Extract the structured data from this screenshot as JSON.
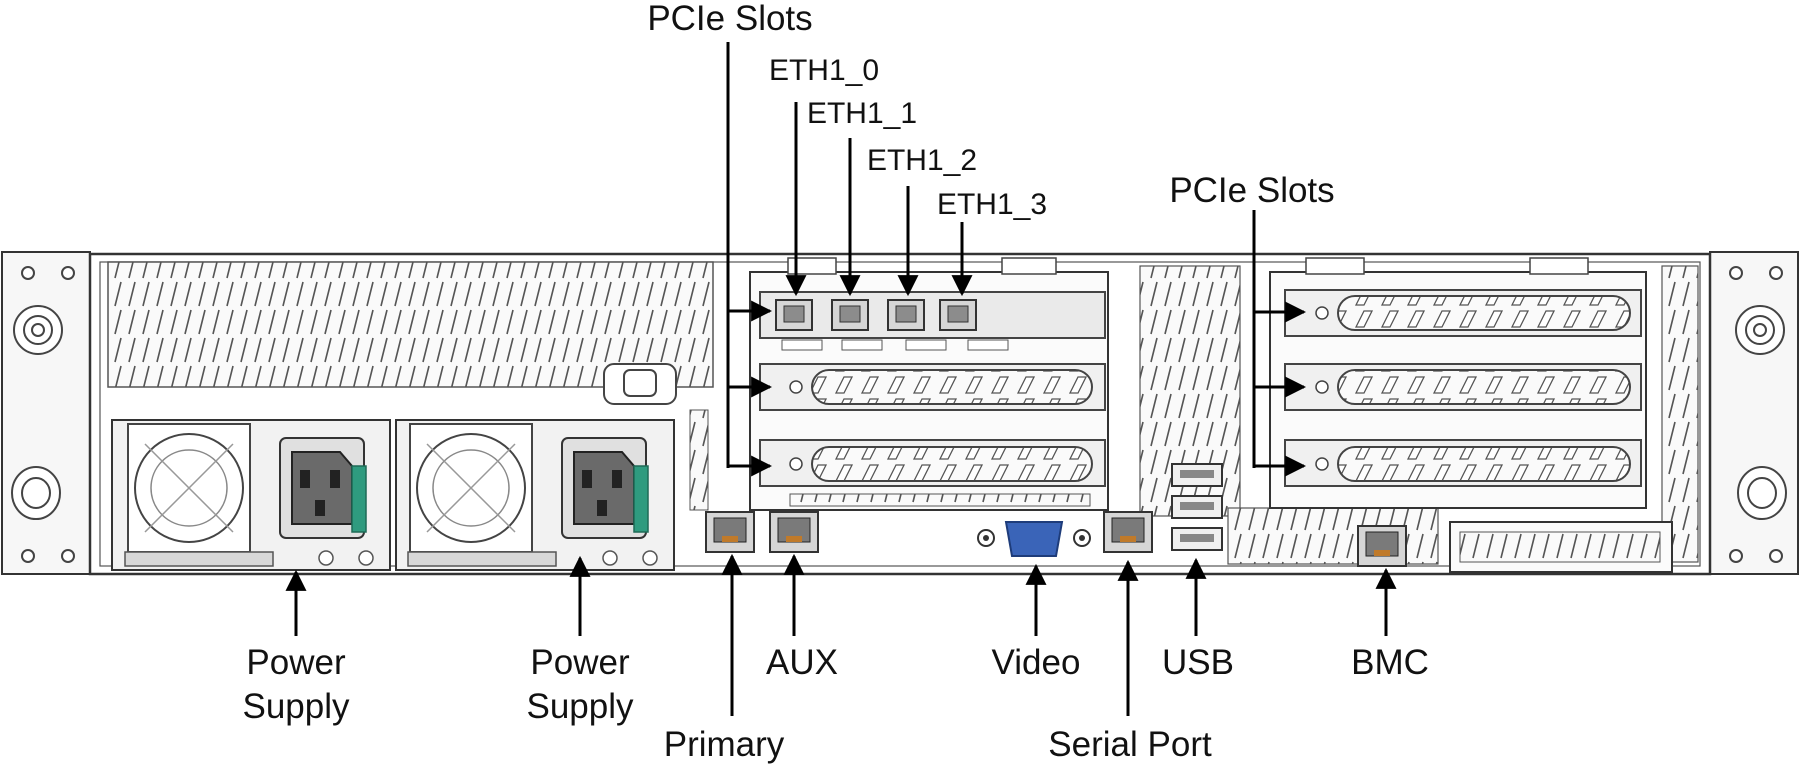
{
  "labels": {
    "pcie_slots_left": "PCIe Slots",
    "pcie_slots_right": "PCIe Slots",
    "eth1_0": "ETH1_0",
    "eth1_1": "ETH1_1",
    "eth1_2": "ETH1_2",
    "eth1_3": "ETH1_3",
    "power_supply_1_line1": "Power",
    "power_supply_1_line2": "Supply",
    "power_supply_2_line1": "Power",
    "power_supply_2_line2": "Supply",
    "primary": "Primary",
    "aux": "AUX",
    "video": "Video",
    "serial_port": "Serial Port",
    "usb": "USB",
    "bmc": "BMC"
  },
  "colors": {
    "chassis_stroke": "#333333",
    "vent_fill": "#f4f4f4",
    "psu_handle_green": "#2f9b7f",
    "rj45_port_orange": "#c07a2a",
    "vga_blue": "#3a64b8",
    "arrow": "#000000"
  },
  "icons": [
    "fan-icon",
    "power-inlet-icon",
    "rj45-port-icon",
    "vga-port-icon",
    "usb-port-icon"
  ]
}
